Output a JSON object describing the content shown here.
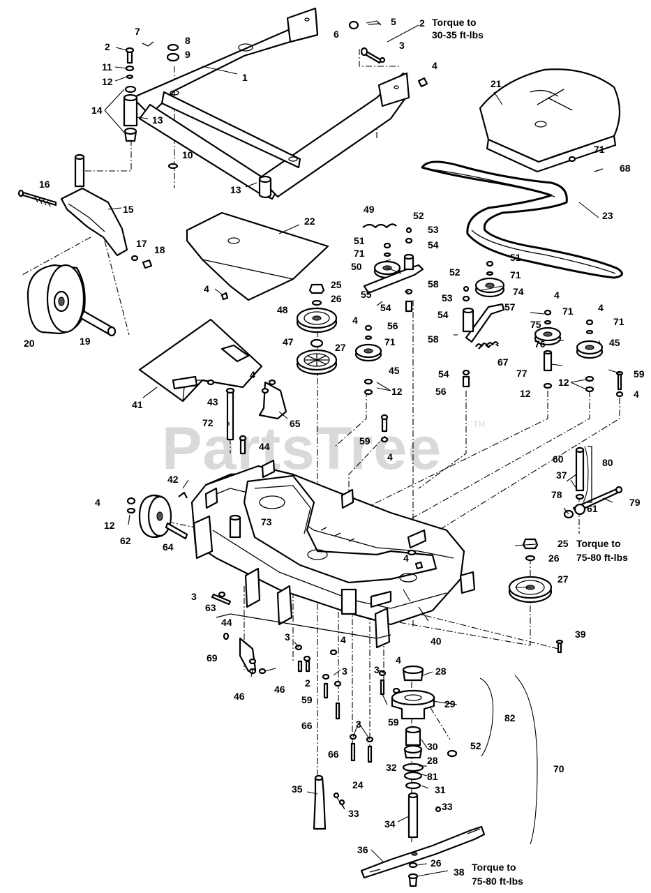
{
  "watermark": {
    "text": "PartsTree",
    "trademark": "TM"
  },
  "notes": {
    "torque_top_line1": "Torque to",
    "torque_top_line2": "30-35 ft-lbs",
    "torque_mid_line1": "Torque to",
    "torque_mid_line2": "75-80 ft-lbs",
    "torque_bottom_line1": "Torque to",
    "torque_bottom_line2": "75-80 ft-lbs"
  },
  "callouts": [
    {
      "id": "c1",
      "text": "1"
    },
    {
      "id": "c2a",
      "text": "2"
    },
    {
      "id": "c2b",
      "text": "2"
    },
    {
      "id": "c3a",
      "text": "3"
    },
    {
      "id": "c4a",
      "text": "4"
    },
    {
      "id": "c5",
      "text": "5"
    },
    {
      "id": "c6",
      "text": "6"
    },
    {
      "id": "c7",
      "text": "7"
    },
    {
      "id": "c8",
      "text": "8"
    },
    {
      "id": "c9",
      "text": "9"
    },
    {
      "id": "c10",
      "text": "10"
    },
    {
      "id": "c11",
      "text": "11"
    },
    {
      "id": "c12a",
      "text": "12"
    },
    {
      "id": "c13a",
      "text": "13"
    },
    {
      "id": "c13b",
      "text": "13"
    },
    {
      "id": "c14",
      "text": "14"
    },
    {
      "id": "c15",
      "text": "15"
    },
    {
      "id": "c16",
      "text": "16"
    },
    {
      "id": "c17",
      "text": "17"
    },
    {
      "id": "c18",
      "text": "18"
    },
    {
      "id": "c19",
      "text": "19"
    },
    {
      "id": "c20",
      "text": "20"
    },
    {
      "id": "c21",
      "text": "21"
    },
    {
      "id": "c22",
      "text": "22"
    },
    {
      "id": "c23",
      "text": "23"
    },
    {
      "id": "c4b",
      "text": "4"
    },
    {
      "id": "c49",
      "text": "49"
    },
    {
      "id": "c52a",
      "text": "52"
    },
    {
      "id": "c53a",
      "text": "53"
    },
    {
      "id": "c51a",
      "text": "51"
    },
    {
      "id": "c54a",
      "text": "54"
    },
    {
      "id": "c71a",
      "text": "71"
    },
    {
      "id": "c50",
      "text": "50"
    },
    {
      "id": "c55",
      "text": "55"
    },
    {
      "id": "c58a",
      "text": "58"
    },
    {
      "id": "c54b",
      "text": "54"
    },
    {
      "id": "c56a",
      "text": "56"
    },
    {
      "id": "c51b",
      "text": "51"
    },
    {
      "id": "c71b",
      "text": "71"
    },
    {
      "id": "c52b",
      "text": "52"
    },
    {
      "id": "c74",
      "text": "74"
    },
    {
      "id": "c53b",
      "text": "53"
    },
    {
      "id": "c57",
      "text": "57"
    },
    {
      "id": "c54c",
      "text": "54"
    },
    {
      "id": "c25a",
      "text": "25"
    },
    {
      "id": "c26a",
      "text": "26"
    },
    {
      "id": "c48",
      "text": "48"
    },
    {
      "id": "c47",
      "text": "47"
    },
    {
      "id": "c27a",
      "text": "27"
    },
    {
      "id": "c4c",
      "text": "4"
    },
    {
      "id": "c71c",
      "text": "71"
    },
    {
      "id": "c45a",
      "text": "45"
    },
    {
      "id": "c12b",
      "text": "12"
    },
    {
      "id": "c58b",
      "text": "58"
    },
    {
      "id": "c67",
      "text": "67"
    },
    {
      "id": "c54d",
      "text": "54"
    },
    {
      "id": "c56b",
      "text": "56"
    },
    {
      "id": "c4d",
      "text": "4"
    },
    {
      "id": "c71d",
      "text": "71"
    },
    {
      "id": "c75",
      "text": "75"
    },
    {
      "id": "c76",
      "text": "76"
    },
    {
      "id": "c77",
      "text": "77"
    },
    {
      "id": "c12c",
      "text": "12"
    },
    {
      "id": "c4e",
      "text": "4"
    },
    {
      "id": "c71e",
      "text": "71"
    },
    {
      "id": "c45b",
      "text": "45"
    },
    {
      "id": "c12d",
      "text": "12"
    },
    {
      "id": "c59a",
      "text": "59"
    },
    {
      "id": "c4f",
      "text": "4"
    },
    {
      "id": "c71f",
      "text": "71"
    },
    {
      "id": "c68",
      "text": "68"
    },
    {
      "id": "c41",
      "text": "41"
    },
    {
      "id": "c43",
      "text": "43"
    },
    {
      "id": "c4g",
      "text": "4"
    },
    {
      "id": "c65",
      "text": "65"
    },
    {
      "id": "c72",
      "text": "72"
    },
    {
      "id": "c44a",
      "text": "44"
    },
    {
      "id": "c59b",
      "text": "59"
    },
    {
      "id": "c4h",
      "text": "4"
    },
    {
      "id": "c60",
      "text": "60"
    },
    {
      "id": "c80",
      "text": "80"
    },
    {
      "id": "c37",
      "text": "37"
    },
    {
      "id": "c78",
      "text": "78"
    },
    {
      "id": "c79",
      "text": "79"
    },
    {
      "id": "c61",
      "text": "61"
    },
    {
      "id": "c42",
      "text": "42"
    },
    {
      "id": "c4i",
      "text": "4"
    },
    {
      "id": "c12e",
      "text": "12"
    },
    {
      "id": "c62",
      "text": "62"
    },
    {
      "id": "c64",
      "text": "64"
    },
    {
      "id": "c73",
      "text": "73"
    },
    {
      "id": "c25b",
      "text": "25"
    },
    {
      "id": "c26b",
      "text": "26"
    },
    {
      "id": "c4j",
      "text": "4"
    },
    {
      "id": "c27b",
      "text": "27"
    },
    {
      "id": "c3b",
      "text": "3"
    },
    {
      "id": "c63",
      "text": "63"
    },
    {
      "id": "c40",
      "text": "40"
    },
    {
      "id": "c39",
      "text": "39"
    },
    {
      "id": "c44b",
      "text": "44"
    },
    {
      "id": "c69",
      "text": "69"
    },
    {
      "id": "c46a",
      "text": "46"
    },
    {
      "id": "c46b",
      "text": "46"
    },
    {
      "id": "c3c",
      "text": "3"
    },
    {
      "id": "c2c",
      "text": "2"
    },
    {
      "id": "c4k",
      "text": "4"
    },
    {
      "id": "c3d",
      "text": "3"
    },
    {
      "id": "c59c",
      "text": "59"
    },
    {
      "id": "c66a",
      "text": "66"
    },
    {
      "id": "c3e",
      "text": "3"
    },
    {
      "id": "c4l",
      "text": "4"
    },
    {
      "id": "c28a",
      "text": "28"
    },
    {
      "id": "c29",
      "text": "29"
    },
    {
      "id": "c59d",
      "text": "59"
    },
    {
      "id": "c82",
      "text": "82"
    },
    {
      "id": "c52c",
      "text": "52"
    },
    {
      "id": "c3f",
      "text": "3"
    },
    {
      "id": "c66b",
      "text": "66"
    },
    {
      "id": "c24",
      "text": "24"
    },
    {
      "id": "c30",
      "text": "30"
    },
    {
      "id": "c28b",
      "text": "28"
    },
    {
      "id": "c32",
      "text": "32"
    },
    {
      "id": "c81",
      "text": "81"
    },
    {
      "id": "c31",
      "text": "31"
    },
    {
      "id": "c70",
      "text": "70"
    },
    {
      "id": "c35",
      "text": "35"
    },
    {
      "id": "c33a",
      "text": "33"
    },
    {
      "id": "c33b",
      "text": "33"
    },
    {
      "id": "c34",
      "text": "34"
    },
    {
      "id": "c36",
      "text": "36"
    },
    {
      "id": "c26c",
      "text": "26"
    },
    {
      "id": "c38",
      "text": "38"
    }
  ]
}
